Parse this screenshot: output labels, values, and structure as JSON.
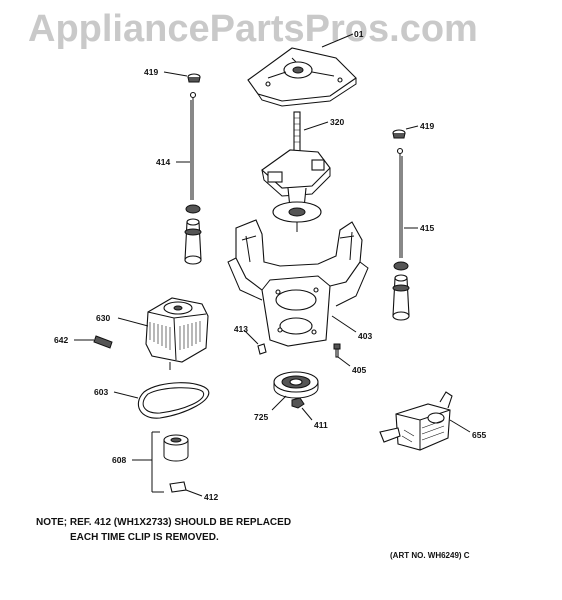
{
  "watermark": "AppliancePartsPros.com",
  "callouts": {
    "c01": "01",
    "c419a": "419",
    "c419b": "419",
    "c414": "414",
    "c415": "415",
    "c320": "320",
    "c403": "403",
    "c405": "405",
    "c413": "413",
    "c411": "411",
    "c725": "725",
    "c630": "630",
    "c642": "642",
    "c603": "603",
    "c608": "608",
    "c412": "412",
    "c655": "655"
  },
  "note": {
    "line1": "NOTE; REF. 412 (WH1X2733) SHOULD BE REPLACED",
    "line2": "EACH TIME CLIP IS REMOVED."
  },
  "art_no": "(ART NO. WH6249) C"
}
